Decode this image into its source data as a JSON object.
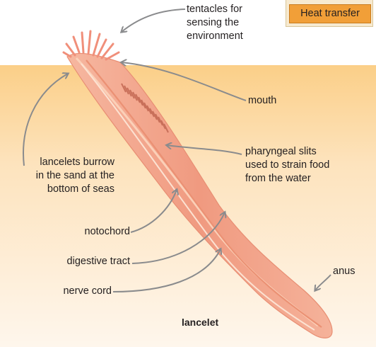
{
  "tab": {
    "label": "Heat transfer"
  },
  "labels": {
    "tentacles": [
      "tentacles for",
      "sensing the",
      "environment"
    ],
    "mouth": "mouth",
    "pharyngeal": [
      "pharyngeal slits",
      "used to strain food",
      "from the water"
    ],
    "burrow": [
      "lancelets burrow",
      "in the sand at the",
      "bottom of seas"
    ],
    "notochord": "notochord",
    "digestive": "digestive tract",
    "nerve": "nerve cord",
    "anus": "anus",
    "caption": "lancelet"
  },
  "colors": {
    "sand_top": "#fbd089",
    "sand_bottom": "#fdf3e6",
    "body": "#f3a48a",
    "arrow": "#8a8b8d",
    "tab": "#f19f38"
  }
}
